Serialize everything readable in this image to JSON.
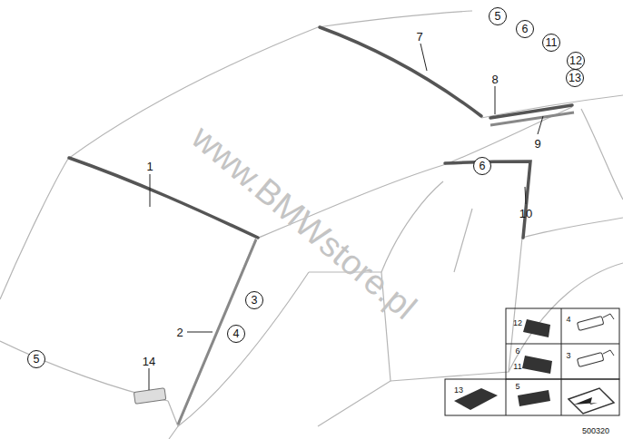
{
  "diagram": {
    "nodes": [
      {
        "text": [
          "5"
        ]
      },
      {
        "text": [
          "6"
        ]
      },
      {
        "text": [
          "11"
        ]
      },
      {
        "text": [
          "12"
        ]
      },
      {
        "text": [
          "13"
        ]
      },
      {
        "text": [
          "6"
        ]
      },
      {
        "text": [
          "3"
        ]
      },
      {
        "text": [
          "4"
        ]
      },
      {
        "text": [
          "5"
        ]
      }
    ],
    "labels": [
      "1",
      "2",
      "7",
      "8",
      "9",
      "10",
      "14",
      "www.BMWstore.pl",
      "12",
      "4",
      "6",
      "11",
      "3",
      "13",
      "5",
      "500320"
    ]
  }
}
